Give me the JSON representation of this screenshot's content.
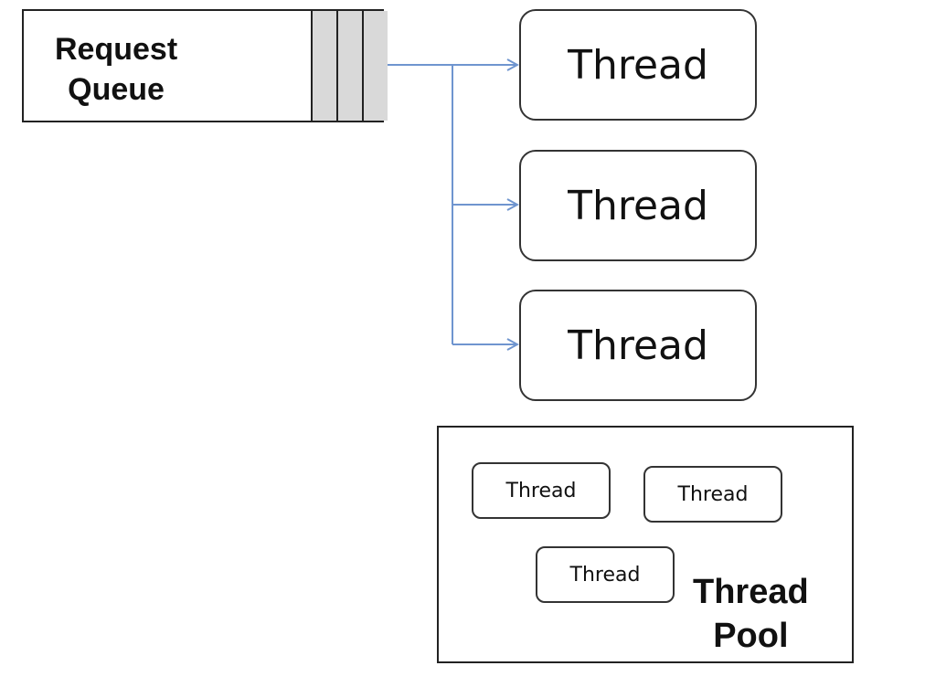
{
  "queue": {
    "label_line1": "Request",
    "label_line2": "Queue",
    "slot_count": 3
  },
  "threads": [
    "Thread",
    "Thread",
    "Thread"
  ],
  "pool": {
    "threads": [
      "Thread",
      "Thread",
      "Thread"
    ],
    "label_line1": "Thread",
    "label_line2": "Pool"
  },
  "colors": {
    "arrow": "#6f95cf",
    "slot_fill": "#d9d9d9",
    "border": "#222222"
  }
}
